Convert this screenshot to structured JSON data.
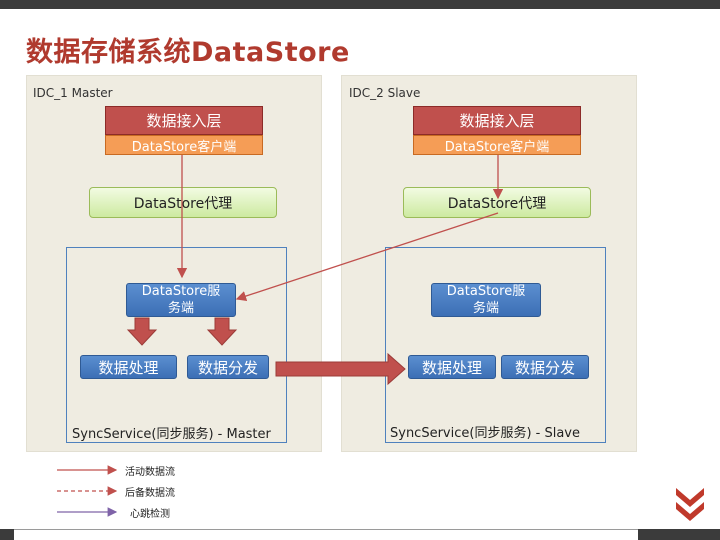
{
  "title": "数据存储系统DataStore",
  "master": {
    "label": "IDC_1 Master",
    "access_layer": "数据接入层",
    "client": "DataStore客户端",
    "proxy": "DataStore代理",
    "server_line1": "DataStore服",
    "server_line2": "务端",
    "process": "数据处理",
    "dispatch": "数据分发",
    "sync_label": "SyncService(同步服务) - Master"
  },
  "slave": {
    "label": "IDC_2 Slave",
    "access_layer": "数据接入层",
    "client": "DataStore客户端",
    "proxy": "DataStore代理",
    "server_line1": "DataStore服",
    "server_line2": "务端",
    "process": "数据处理",
    "dispatch": "数据分发",
    "sync_label": "SyncService(同步服务) - Slave"
  },
  "legend": [
    {
      "label": "活动数据流",
      "style": "solid",
      "color": "#c0504d"
    },
    {
      "label": "后备数据流",
      "style": "dashed",
      "color": "#c0504d"
    },
    {
      "label": "心跳检测",
      "style": "solid",
      "color": "#7f63a8"
    }
  ],
  "colors": {
    "accent": "#b03a2e",
    "access_layer": "#c0504d",
    "client": "#f59d56",
    "proxy": "#cdeaa0",
    "service_box": "#4f81bd",
    "flow_arrow": "#c0504d"
  }
}
